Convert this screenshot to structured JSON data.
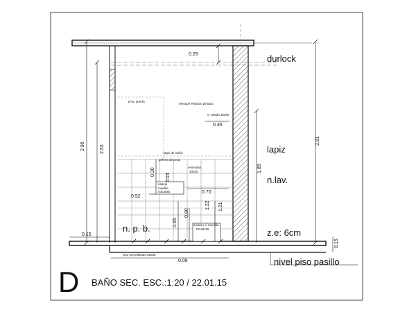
{
  "labels": {
    "durlock": "durlock",
    "lapiz": "lapiz",
    "nlav": "n.lav.",
    "npb": "n. p. b.",
    "ze": "z.e: 6cm",
    "nivel": "nivel piso pasillo"
  },
  "notes": {
    "proy_puerta": "proy. puerta",
    "revoque": "revoque enduido pintado",
    "voladizo": "v. volado 35x90",
    "lapiz_vidrio": "lapiz de vidrio",
    "griferia": "griferia de prod.",
    "venecitas": "venecitas",
    "venecitas_size": "30x30",
    "espejo": "espejo",
    "mueble": "mueble",
    "mueble_size": "40x35x8",
    "inodoro": "inodoro c/ mochila",
    "inodoro_size": "70x40x35",
    "piso": "piso porcellanato 60x60"
  },
  "dims": {
    "d025": "0.25",
    "d035": "0.35",
    "d296": "2.96",
    "d253": "2.53",
    "d281": "2.81",
    "d185": "1.85",
    "d030": "0.30",
    "d014": "0.14",
    "d070": "0.70",
    "d052": "0.52",
    "d065": "0.65",
    "d080": "0.80",
    "d122": "1.22",
    "d121": "1.21",
    "d015a": "0.15",
    "d015b": "0.15",
    "d006": "0.06"
  },
  "title": {
    "letter": "D",
    "caption": "BAÑO SEC. ESC.:1:20 / 22.01.15"
  }
}
